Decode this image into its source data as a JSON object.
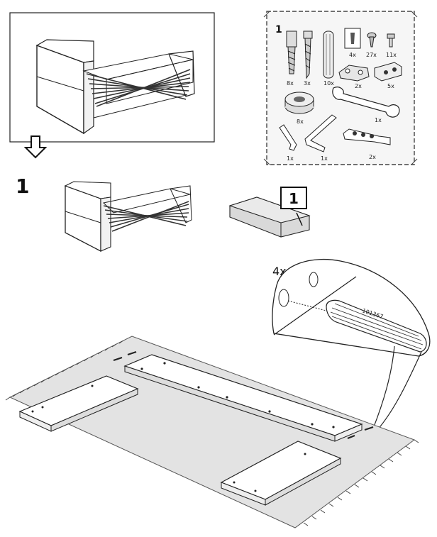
{
  "overview": {
    "arrow_icon": "down-arrow-icon"
  },
  "parts_box": {
    "box_step": "1",
    "items": [
      {
        "name": "long-bolt",
        "qty": "8x"
      },
      {
        "name": "wood-screw",
        "qty": "3x"
      },
      {
        "name": "wooden-dowel",
        "qty": "10x"
      },
      {
        "name": "small-screw-pack",
        "qty": "4x"
      },
      {
        "name": "short-screw",
        "qty": "27x"
      },
      {
        "name": "pin",
        "qty": "11x"
      },
      {
        "name": "clamp-bracket",
        "qty": "2x"
      },
      {
        "name": "square-nut",
        "qty": "5x"
      },
      {
        "name": "cam-lock",
        "qty": "8x"
      },
      {
        "name": "wrench",
        "qty": "1x"
      },
      {
        "name": "allen-key-short",
        "qty": "1x"
      },
      {
        "name": "allen-key-long",
        "qty": "1x"
      },
      {
        "name": "fitting-plate",
        "qty": "2x"
      }
    ]
  },
  "step": {
    "number": "1",
    "package_label": "1",
    "detail_qty": "4x",
    "part_code": "101367"
  }
}
